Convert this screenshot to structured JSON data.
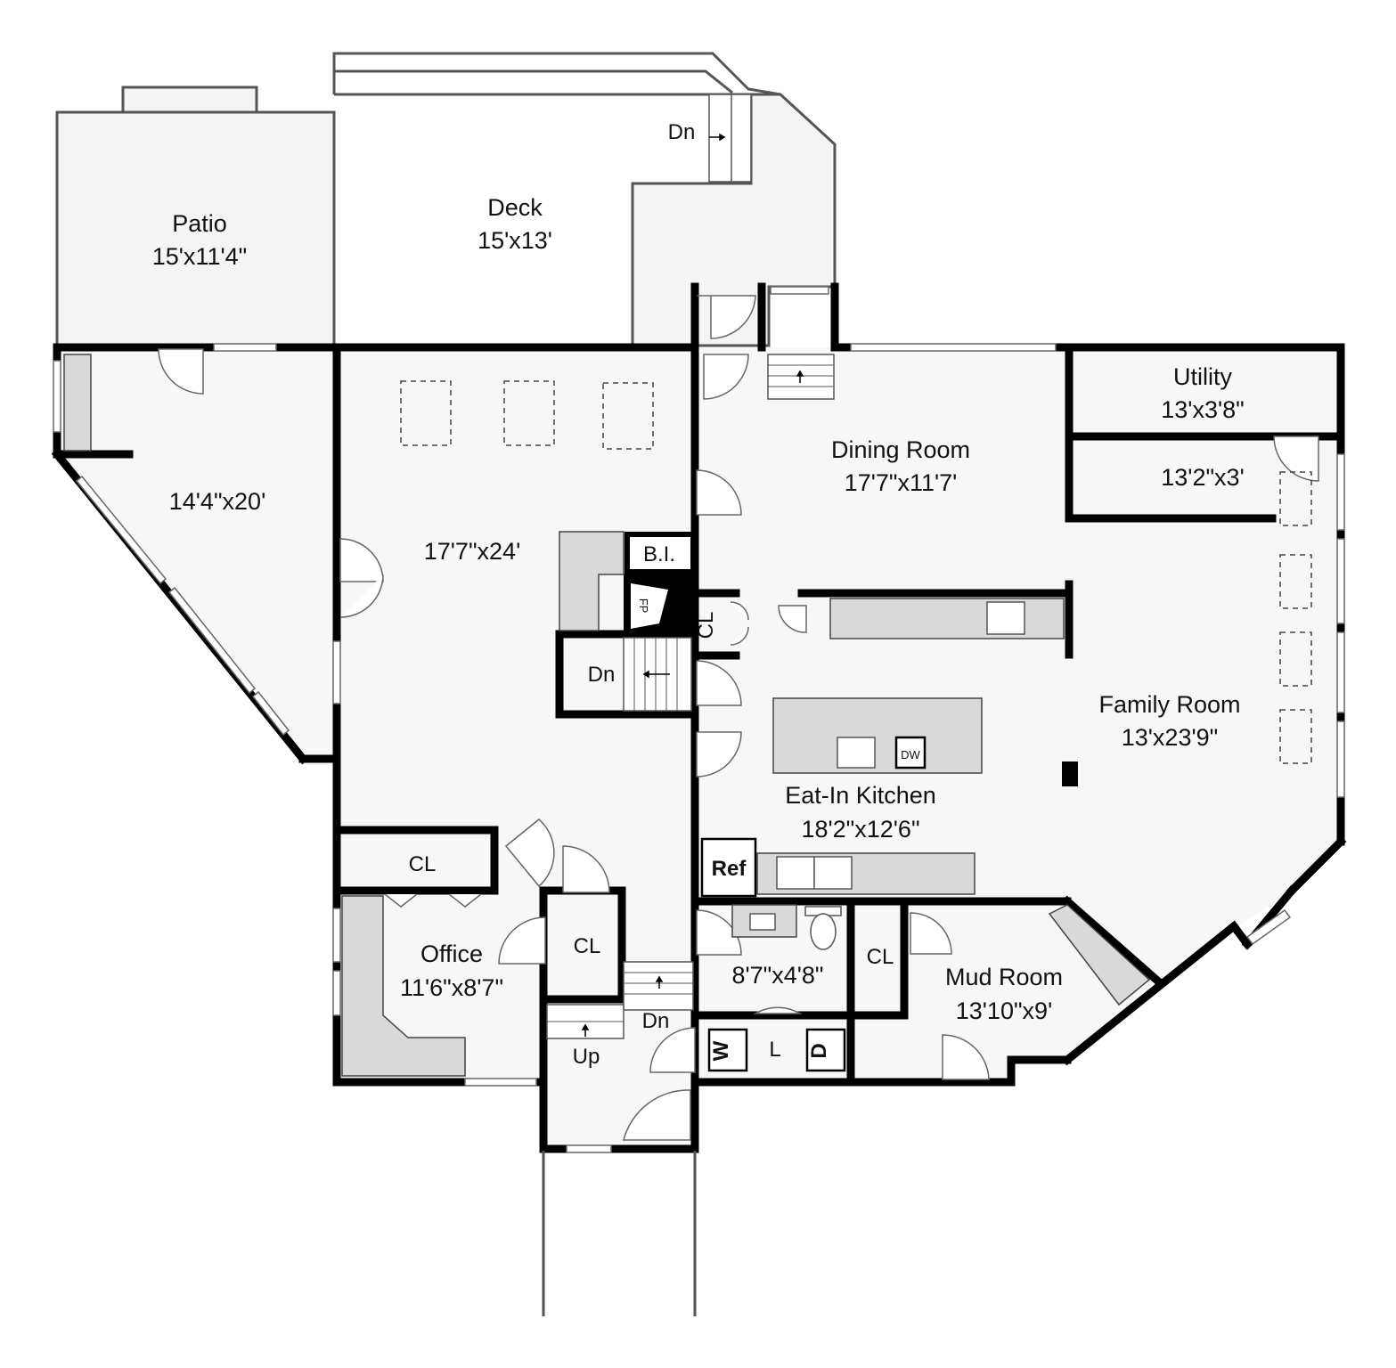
{
  "rooms": {
    "patio": {
      "name": "Patio",
      "size": "15'x11'4\""
    },
    "deck": {
      "name": "Deck",
      "size": "15'x13'"
    },
    "west_room": {
      "size": "14'4\"x20'"
    },
    "great_room": {
      "size": "17'7\"x24'"
    },
    "dining": {
      "name": "Dining Room",
      "size": "17'7\"x11'7'"
    },
    "utility": {
      "name": "Utility",
      "size": "13'x3'8\""
    },
    "utility_closet": {
      "size": "13'2\"x3'"
    },
    "family": {
      "name": "Family Room",
      "size": "13'x23'9\""
    },
    "kitchen": {
      "name": "Eat-In Kitchen",
      "size": "18'2\"x12'6\""
    },
    "office": {
      "name": "Office",
      "size": "11'6\"x8'7\""
    },
    "bath": {
      "size": "8'7\"x4'8\""
    },
    "mud": {
      "name": "Mud Room",
      "size": "13'10\"x9'"
    }
  },
  "labels": {
    "dn_deck": "Dn",
    "dn_stair": "Dn",
    "dn_entry": "Dn",
    "up_entry": "Up",
    "bi": "B.I.",
    "fp": "FP",
    "cl_hall": "CL",
    "cl_office": "CL",
    "cl_entry": "CL",
    "cl_mud": "CL",
    "laundry": "L",
    "washer": "W",
    "dryer": "D",
    "ref": "Ref",
    "dw": "DW"
  }
}
